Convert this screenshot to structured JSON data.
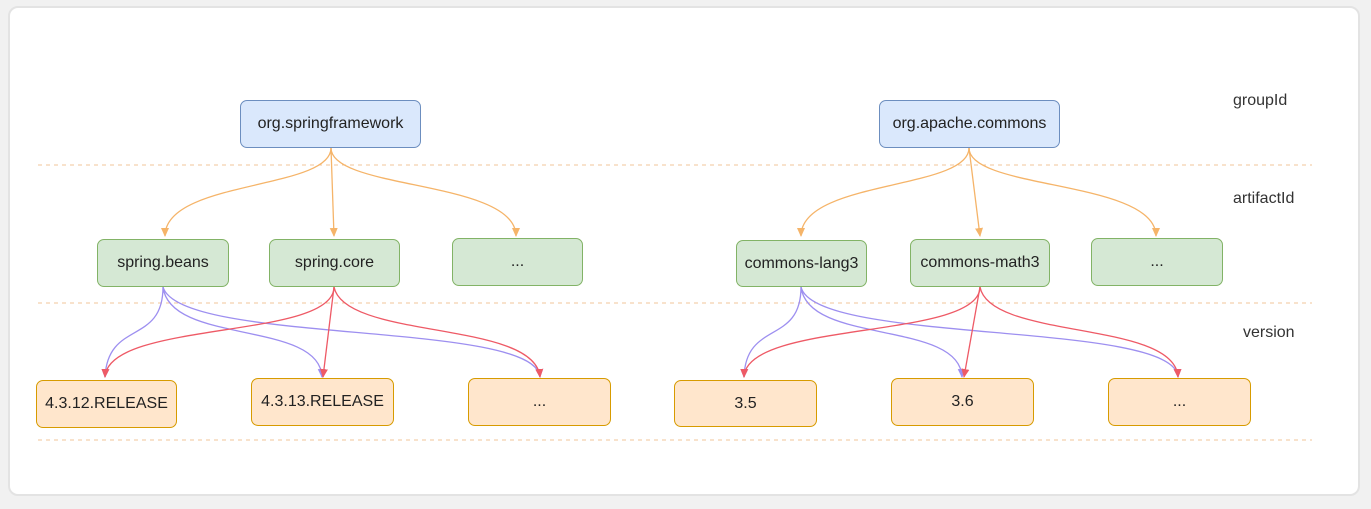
{
  "lanes": {
    "groupId": "groupId",
    "artifactId": "artifactId",
    "version": "version"
  },
  "left": {
    "group": "org.springframework",
    "artifacts": [
      "spring.beans",
      "spring.core",
      "..."
    ],
    "versions": [
      "4.3.12.RELEASE",
      "4.3.13.RELEASE",
      "..."
    ]
  },
  "right": {
    "group": "org.apache.commons",
    "artifacts": [
      "commons-lang3",
      "commons-math3",
      "..."
    ],
    "versions": [
      "3.5",
      "3.6",
      "..."
    ]
  },
  "colors": {
    "group_fill": "#dae8fc",
    "artifact_fill": "#d5e8d4",
    "version_fill": "#ffe6cc",
    "group_edge": "#f5b469",
    "first_artifact_edge": "#9d8ff0",
    "second_artifact_edge": "#ee5a66",
    "lane_divider": "#f2c69a"
  }
}
